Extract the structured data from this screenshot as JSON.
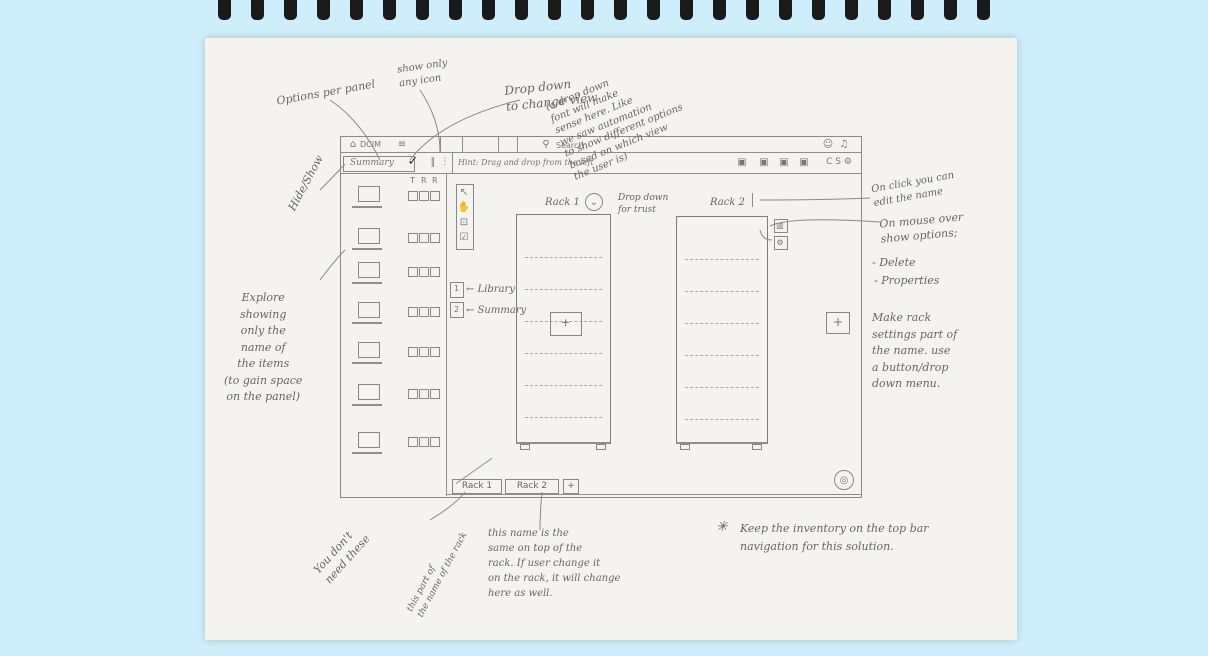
{
  "wireframe": {
    "app_title": "DCIM",
    "search_label": "Search",
    "view_dropdown": "Summary",
    "hint_text": "Hint: Drag and drop from the left",
    "racks": [
      {
        "name": "Rack 1"
      },
      {
        "name": "Rack 2"
      }
    ],
    "tabs": [
      "Rack 1",
      "Rack 2",
      "+"
    ],
    "panel_numbers": [
      "1",
      "2"
    ],
    "panel_labels": [
      "Library",
      "Summary"
    ],
    "column_letters": [
      "T",
      "R",
      "R"
    ],
    "add_symbol": "+"
  },
  "annotations": {
    "options_per_panel": "Options per panel",
    "show_only_icons": "show only\nany icon",
    "dropdown_change_view": "Drop down\nto change view",
    "dropdown_note": "(a drop down\nfont will make\nsense here. Like\nwe saw automation\nto show different options\nbased on which view\nthe user is)",
    "hide_show": "Hide/Show",
    "dropdown_for_trust": "Drop down\nfor trust",
    "on_click_edit": "On click you can\nedit the name",
    "on_mouse_over": "On mouse over\nshow options;",
    "delete": "- Delete",
    "properties": "- Properties",
    "make_rack_settings": "Make rack\nsettings part of\nthe name. use\na button/drop\ndown menu.",
    "explore_showing": "Explore\nshowing\nonly the\nname of\nthe items\n(to gain space\non the panel)",
    "you_dont_need": "You don't\nneed these",
    "this_part": "this part of\nthe name of the rack",
    "this_name_same": "this name is the\nsame on top of the\nrack. If user change it\non the rack, it will change\nhere as well.",
    "keep_inventory": "Keep the inventory on the top bar\nnavigation for this solution.",
    "star": "✳"
  }
}
